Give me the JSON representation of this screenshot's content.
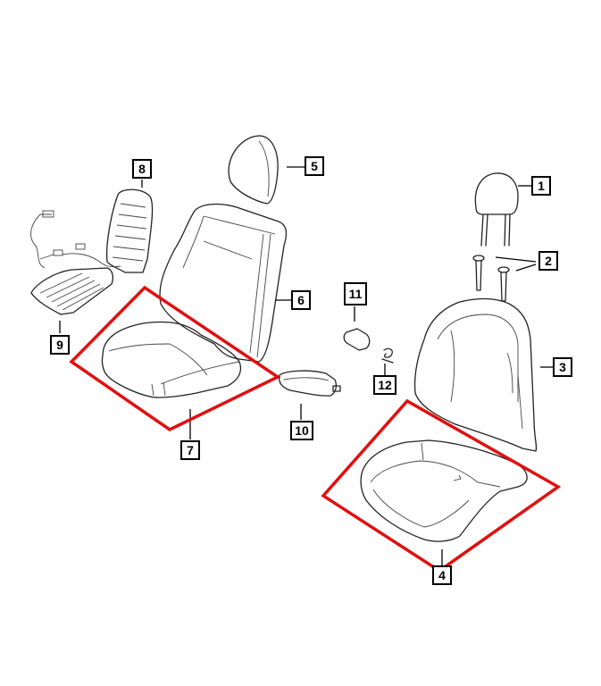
{
  "diagram": {
    "type": "exploded parts diagram",
    "subject": "Seat assembly (front seat cushion, back, headrests, heaters)",
    "highlight_color": "#e01010",
    "callouts": [
      {
        "id": "1",
        "label": "1",
        "part": "headrest"
      },
      {
        "id": "2",
        "label": "2",
        "part": "headrest guide sleeves"
      },
      {
        "id": "3",
        "label": "3",
        "part": "seat back frame / foam"
      },
      {
        "id": "4",
        "label": "4",
        "part": "seat cushion foam",
        "highlighted": true
      },
      {
        "id": "5",
        "label": "5",
        "part": "headrest cover"
      },
      {
        "id": "6",
        "label": "6",
        "part": "seat back cover"
      },
      {
        "id": "7",
        "label": "7",
        "part": "seat cushion cover",
        "highlighted": true
      },
      {
        "id": "8",
        "label": "8",
        "part": "seat back heater element"
      },
      {
        "id": "9",
        "label": "9",
        "part": "seat cushion heater element with harness"
      },
      {
        "id": "10",
        "label": "10",
        "part": "adjuster handle"
      },
      {
        "id": "11",
        "label": "11",
        "part": "push pin / fastener"
      },
      {
        "id": "12",
        "label": "12",
        "part": "clip"
      }
    ]
  }
}
